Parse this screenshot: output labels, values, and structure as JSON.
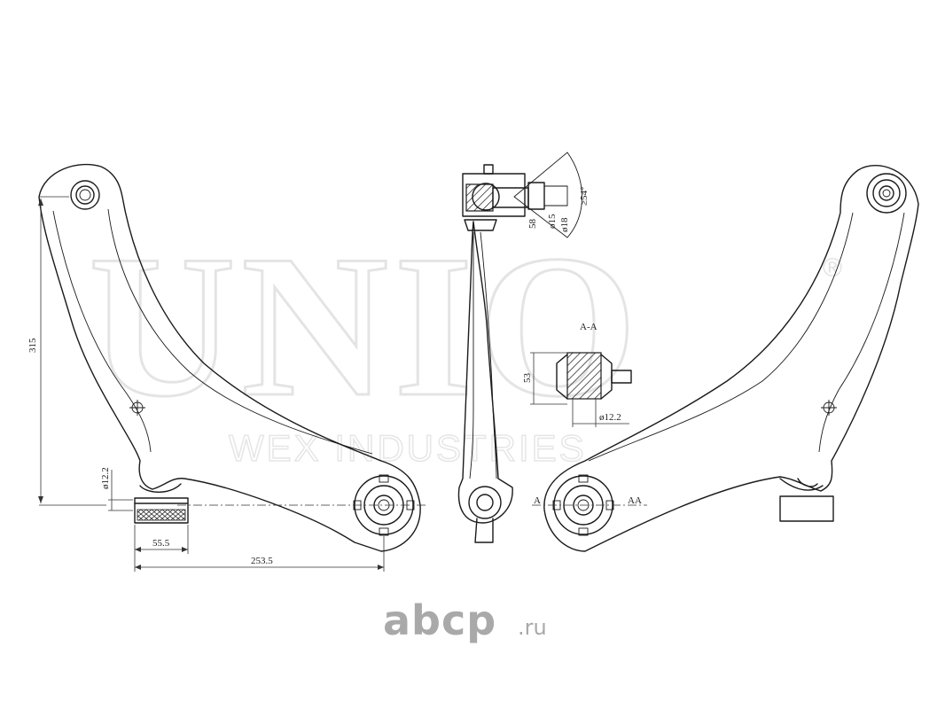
{
  "watermark": {
    "brand": "UNIO",
    "registered": "®",
    "tagline": "WEX INDUSTRIES"
  },
  "dimensions": {
    "height": "315",
    "bush_dia": "ø12.2",
    "bush_len": "55.5",
    "overall_len": "253.5",
    "ball_58": "58",
    "ball_d15": "ø15",
    "ball_d18": "ø18",
    "ball_angle": "≥54°",
    "section_title": "A-A",
    "section_height": "53",
    "section_dia": "ø12.2",
    "section_mark_left": "A",
    "section_mark_right": "AA"
  },
  "footer_logo": {
    "text": "abcp",
    "suffix": ".ru"
  }
}
